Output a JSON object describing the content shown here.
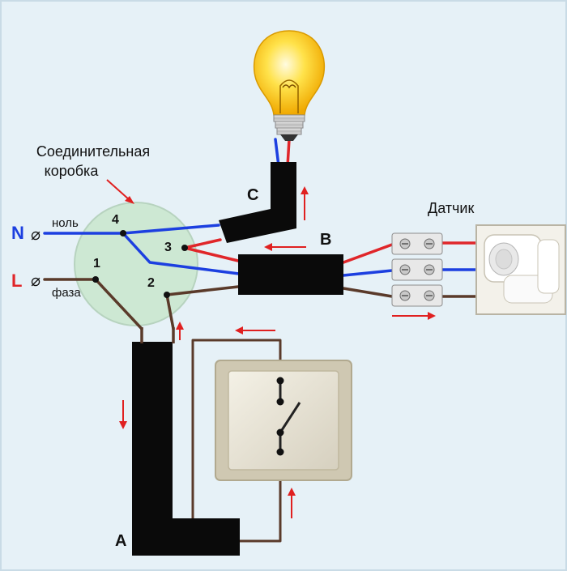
{
  "labels": {
    "box_caption_line1": "Соединительная",
    "box_caption_line2": "коробка",
    "neutral_letter": "N",
    "neutral_word": "ноль",
    "phase_letter": "L",
    "phase_word": "фаза",
    "terminal_1": "1",
    "terminal_2": "2",
    "terminal_3": "3",
    "terminal_4": "4",
    "cable_a": "A",
    "cable_b": "B",
    "cable_c": "C",
    "sensor": "Датчик",
    "terminal_symbol": "⌀"
  },
  "colors": {
    "background": "#e6f1f7",
    "junction_box": "#cde8d3",
    "cable": "#0a0a0a",
    "wire_neutral": "#1c3fe0",
    "wire_red": "#e0262a",
    "wire_brown": "#5a3a2a",
    "arrow": "#e02020",
    "neutral_letter": "#1c3fe0",
    "phase_letter": "#e0262a"
  },
  "icons": {
    "bulb": "light-bulb-icon",
    "switch": "wall-switch-icon",
    "sensor": "motion-sensor-icon",
    "terminal_block": "terminal-block-icon"
  }
}
